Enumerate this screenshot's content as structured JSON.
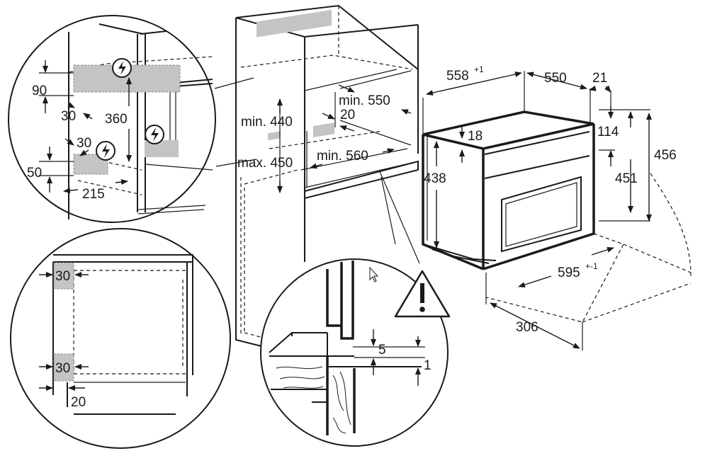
{
  "diagram": {
    "top_unit": {
      "dim_top_depth": "min. 550",
      "dim_gap": "20",
      "dim_height_min": "min. 440",
      "dim_height_max": "max. 450",
      "dim_width": "min. 560"
    },
    "appliance": {
      "dim_width_top_value": "558",
      "dim_width_top_tol": "+1",
      "dim_depth": "550",
      "dim_front": "21",
      "dim_top_gap": "18",
      "dim_height_inner": "438",
      "dim_panel": "114",
      "dim_height_total": "456",
      "dim_height_body": "451",
      "dim_width_bottom_value": "595",
      "dim_width_bottom_tol": "+-1",
      "dim_door_open": "306"
    },
    "detail_power": {
      "dim_90": "90",
      "dim_30_top": "30",
      "dim_360": "360",
      "dim_30_bottom": "30",
      "dim_50": "50",
      "dim_215": "215",
      "power_icon_top": "power-symbol",
      "power_icon_mid": "power-symbol",
      "power_icon_bottom": "power-symbol"
    },
    "detail_side": {
      "dim_30_top": "30",
      "dim_30_bottom": "30",
      "dim_20": "20"
    },
    "detail_gap": {
      "dim_5": "5",
      "dim_1": "1",
      "warning_icon": "warning-triangle-icon"
    },
    "colors": {
      "line": "#1a1a1a",
      "shade": "#c4c4c4"
    }
  }
}
